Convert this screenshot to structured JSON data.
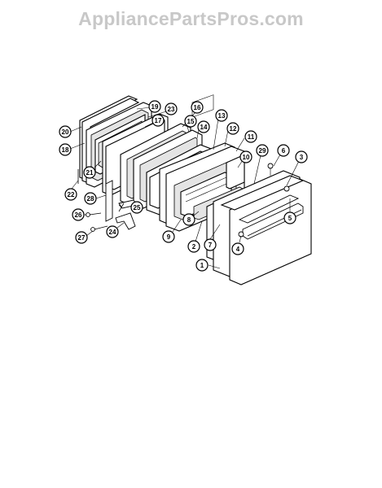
{
  "watermark": "AppliancePartsPros.com",
  "callouts": [
    {
      "id": "c1",
      "label": "1"
    },
    {
      "id": "c2",
      "label": "2"
    },
    {
      "id": "c3",
      "label": "3"
    },
    {
      "id": "c4",
      "label": "4"
    },
    {
      "id": "c5",
      "label": "5"
    },
    {
      "id": "c6",
      "label": "6"
    },
    {
      "id": "c7",
      "label": "7"
    },
    {
      "id": "c8",
      "label": "8"
    },
    {
      "id": "c9",
      "label": "9"
    },
    {
      "id": "c10",
      "label": "10"
    },
    {
      "id": "c11",
      "label": "11"
    },
    {
      "id": "c12",
      "label": "12"
    },
    {
      "id": "c13",
      "label": "13"
    },
    {
      "id": "c14",
      "label": "14"
    },
    {
      "id": "c15",
      "label": "15"
    },
    {
      "id": "c16",
      "label": "16"
    },
    {
      "id": "c17",
      "label": "17"
    },
    {
      "id": "c18",
      "label": "18"
    },
    {
      "id": "c19",
      "label": "19"
    },
    {
      "id": "c20",
      "label": "20"
    },
    {
      "id": "c21",
      "label": "21"
    },
    {
      "id": "c22",
      "label": "22"
    },
    {
      "id": "c23",
      "label": "23"
    },
    {
      "id": "c24",
      "label": "24"
    },
    {
      "id": "c25",
      "label": "25"
    },
    {
      "id": "c26",
      "label": "26"
    },
    {
      "id": "c27",
      "label": "27"
    },
    {
      "id": "c28",
      "label": "28"
    },
    {
      "id": "c29",
      "label": "29"
    }
  ]
}
